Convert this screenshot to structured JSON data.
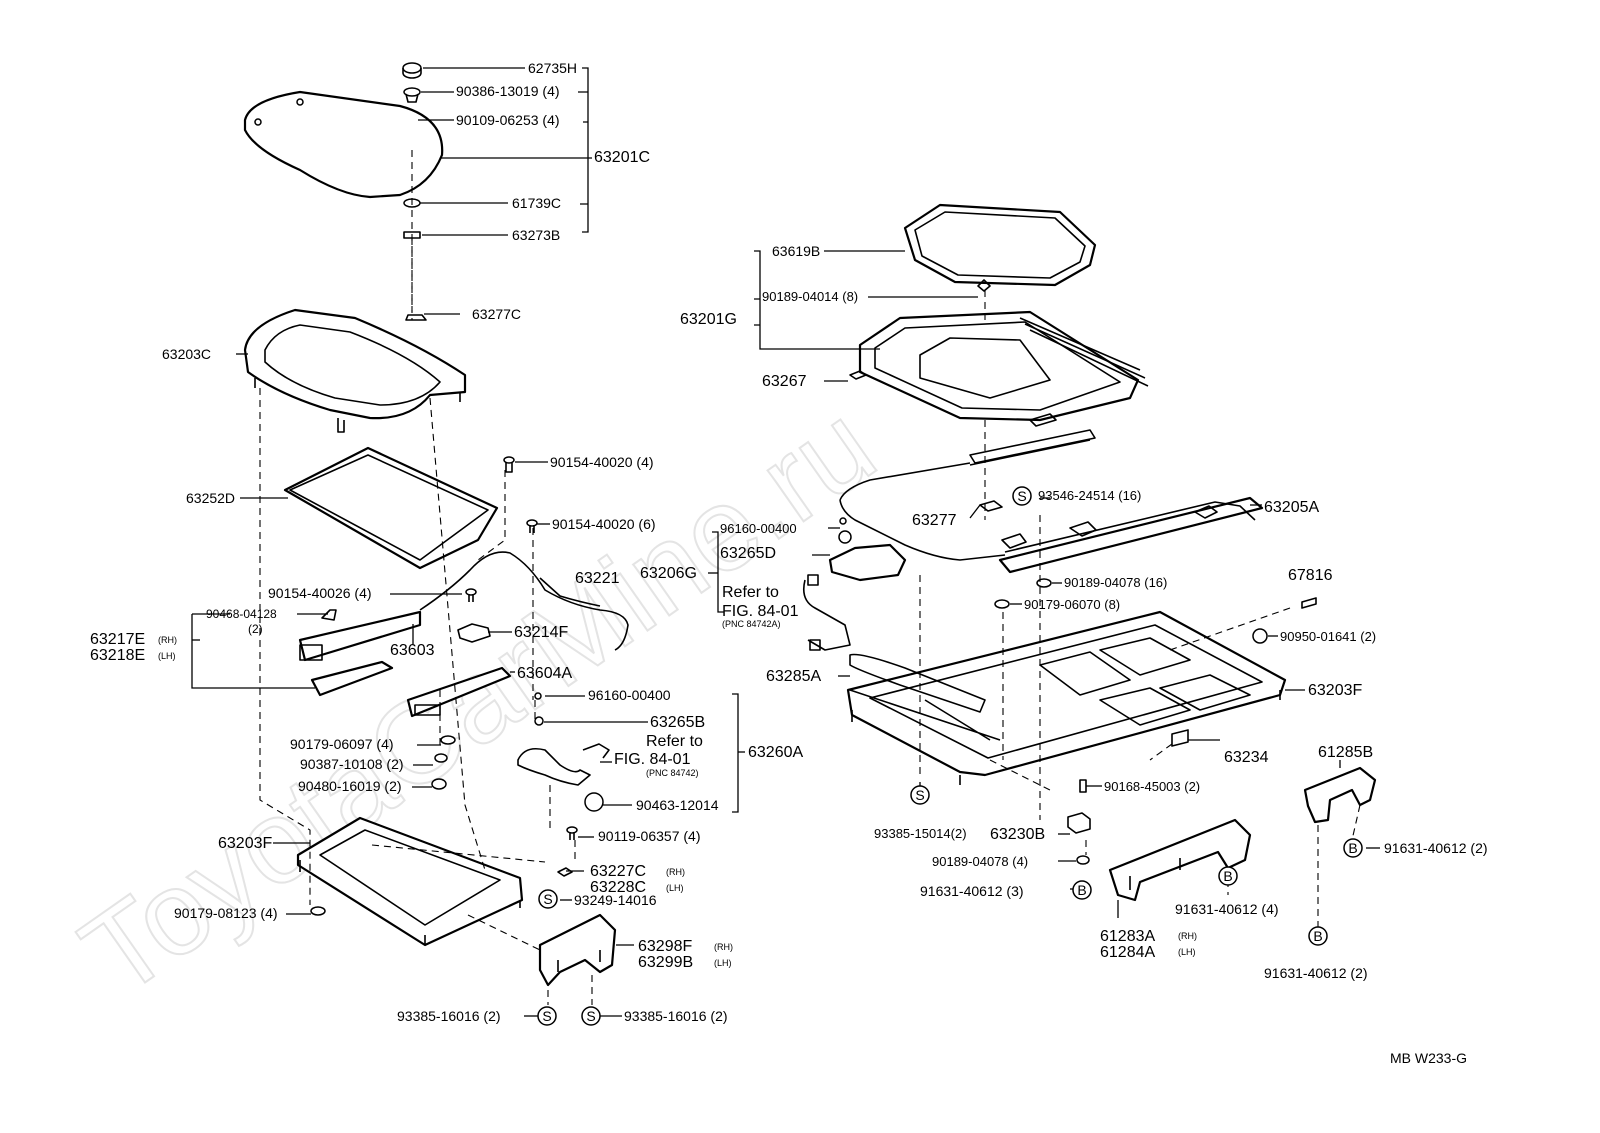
{
  "watermark": "ToyotaCarMine.ru",
  "drawing_code": "MB  W233-G",
  "labels": {
    "p62735H": "62735H",
    "p90386": "90386-13019 (4)",
    "p90109": "90109-06253 (4)",
    "p63201C": "63201C",
    "p61739C": "61739C",
    "p63273B": "63273B",
    "p63277C": "63277C",
    "p63203C": "63203C",
    "p63252D": "63252D",
    "p90154a": "90154-40020 (4)",
    "p90154b": "90154-40020 (6)",
    "p90154c": "90154-40026 (4)",
    "p63221": "63221",
    "p90468": "90468-04128",
    "p90468q": "(2)",
    "p63217E": "63217E",
    "p63218E": "63218E",
    "rh": "(RH)",
    "lh": "(LH)",
    "p63603": "63603",
    "p63214F": "63214F",
    "p63604A": "63604A",
    "p96160b": "96160-00400",
    "p63265B": "63265B",
    "refer_to": "Refer to",
    "fig8401": "FIG. 84-01",
    "pnc84742": "(PNC 84742)",
    "p63260A": "63260A",
    "p90179a": "90179-06097 (4)",
    "p90387": "90387-10108 (2)",
    "p90480": "90480-16019 (2)",
    "p90463": "90463-12014",
    "p90119": "90119-06357 (4)",
    "p63203Fl": "63203F",
    "p63227C": "63227C",
    "p63228C": "63228C",
    "p93249": "93249-14016",
    "p90179b": "90179-08123 (4)",
    "p63298F": "63298F",
    "p63299B": "63299B",
    "p93385a": "93385-16016 (2)",
    "p93385b": "93385-16016 (2)",
    "p63619B": "63619B",
    "p90189a": "90189-04014 (8)",
    "p63201G": "63201G",
    "p63267": "63267",
    "p93546": "93546-24514 (16)",
    "p63205A": "63205A",
    "p96160a": "96160-00400",
    "p63277": "63277",
    "p63265D": "63265D",
    "p63206G": "63206G",
    "pnc84742A": "(PNC 84742A)",
    "p90189b": "90189-04078 (16)",
    "p90179c": "90179-06070 (8)",
    "p67816": "67816",
    "p90950": "90950-01641 (2)",
    "p63285A": "63285A",
    "p63203Fr": "63203F",
    "p63234": "63234",
    "p61285B": "61285B",
    "p90168": "90168-45003 (2)",
    "p93385c": "93385-15014(2)",
    "p63230B": "63230B",
    "p90189c": "90189-04078 (4)",
    "p91631a": "91631-40612 (3)",
    "p91631b": "91631-40612 (4)",
    "p91631c": "91631-40612 (2)",
    "p91631d": "91631-40612 (2)",
    "p61283A": "61283A",
    "p61284A": "61284A",
    "sym_s": "S",
    "sym_b": "B"
  }
}
